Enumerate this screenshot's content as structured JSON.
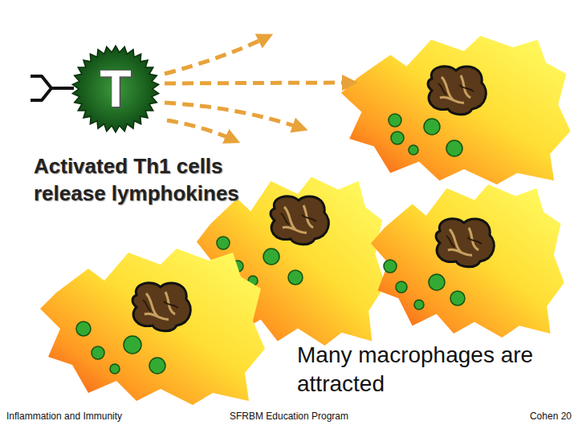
{
  "diagram": {
    "nodes": [
      {
        "text": [
          "T"
        ]
      }
    ],
    "labels": [
      "Activated Th1 cells release lymphokines",
      "Many macrophages are attracted",
      "Inflammation and Immunity",
      "SFRBM Education Program",
      "Cohen 20"
    ]
  }
}
